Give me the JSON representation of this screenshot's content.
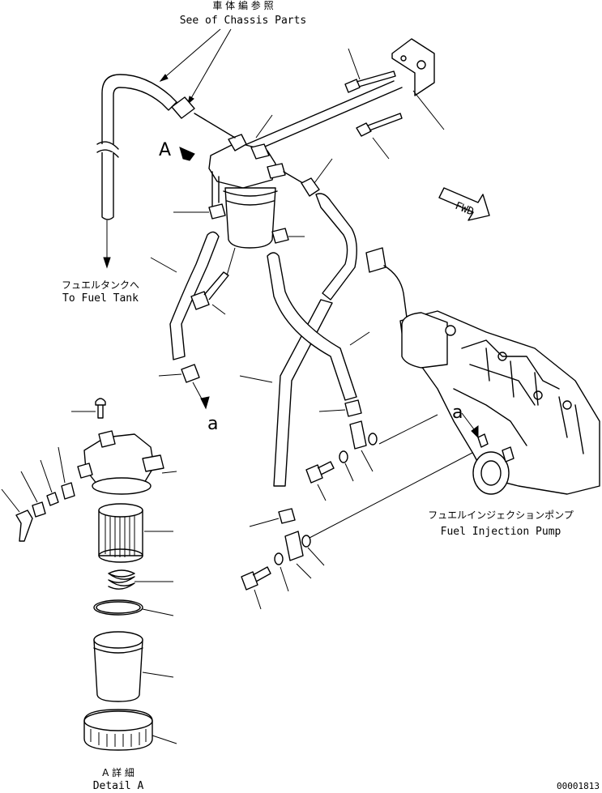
{
  "labels": {
    "chassis_jp": "車 体 編 参 照",
    "chassis_en": "See of Chassis Parts",
    "tank_jp": "フュエルタンクへ",
    "tank_en": "To Fuel Tank",
    "view_a": "A",
    "detail_jp": "A 詳 細",
    "detail_en": "Detail A",
    "ref_a1": "a",
    "ref_a2": "a",
    "fwd": "FWD",
    "pump_jp": "フュエルインジェクションポンプ",
    "pump_en": "Fuel Injection Pump",
    "drawing_no": "00001813"
  }
}
